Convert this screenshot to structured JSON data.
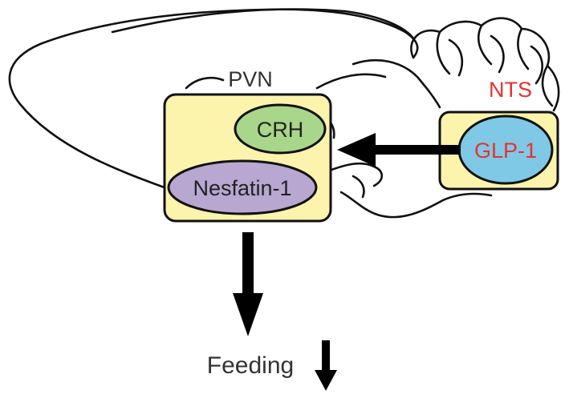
{
  "regions": {
    "pvn": {
      "label": "PVN",
      "label_color": "#333333"
    },
    "nts": {
      "label": "NTS",
      "label_color": "#e8312f"
    }
  },
  "nodes": {
    "crh": {
      "label": "CRH",
      "fill": "#a8d68a"
    },
    "nesfatin": {
      "label": "Nesfatin-1",
      "fill": "#b8a7d1"
    },
    "glp1": {
      "label": "GLP-1",
      "fill": "#7fc9e6",
      "label_color": "#e8312f"
    }
  },
  "box_fill": "#fcf3ad",
  "outcome": {
    "label": "Feeding"
  }
}
